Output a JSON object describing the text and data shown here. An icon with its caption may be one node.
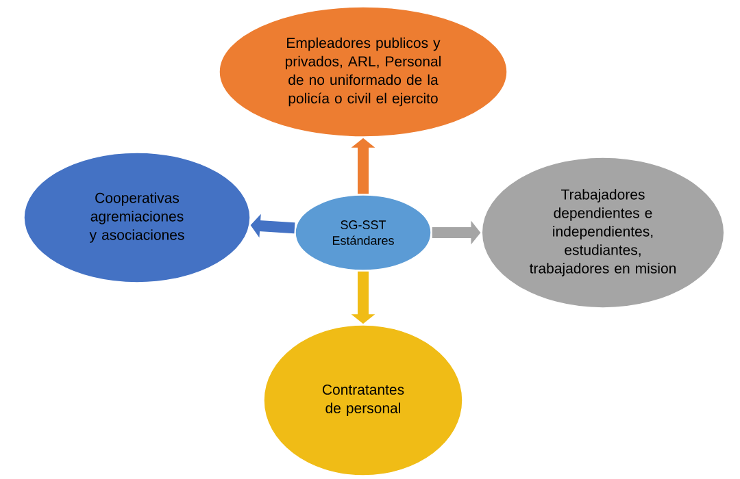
{
  "diagram": {
    "nodes": [
      {
        "text": [
          "Empleadores publicos y privados, ARL, Personal de no uniformado de la policía o civil el ejercito"
        ]
      },
      {
        "text": [
          "Cooperativas agremiaciones y asociaciones"
        ]
      },
      {
        "text": [
          "SG-SST Estándares"
        ]
      },
      {
        "text": [
          "Trabajadores dependientes e independientes, estudiantes, trabajadores en mision"
        ]
      },
      {
        "text": [
          "Contratantes de personal"
        ]
      }
    ],
    "edges": [
      {
        "from": 2,
        "to": 0,
        "arrow": "to",
        "color": "#ed7d31"
      },
      {
        "from": 2,
        "to": 1,
        "arrow": "to",
        "color": "#4472c4"
      },
      {
        "from": 2,
        "to": 3,
        "arrow": "to",
        "color": "#a5a5a5"
      },
      {
        "from": 2,
        "to": 4,
        "arrow": "to",
        "color": "#f0bc16"
      }
    ]
  }
}
